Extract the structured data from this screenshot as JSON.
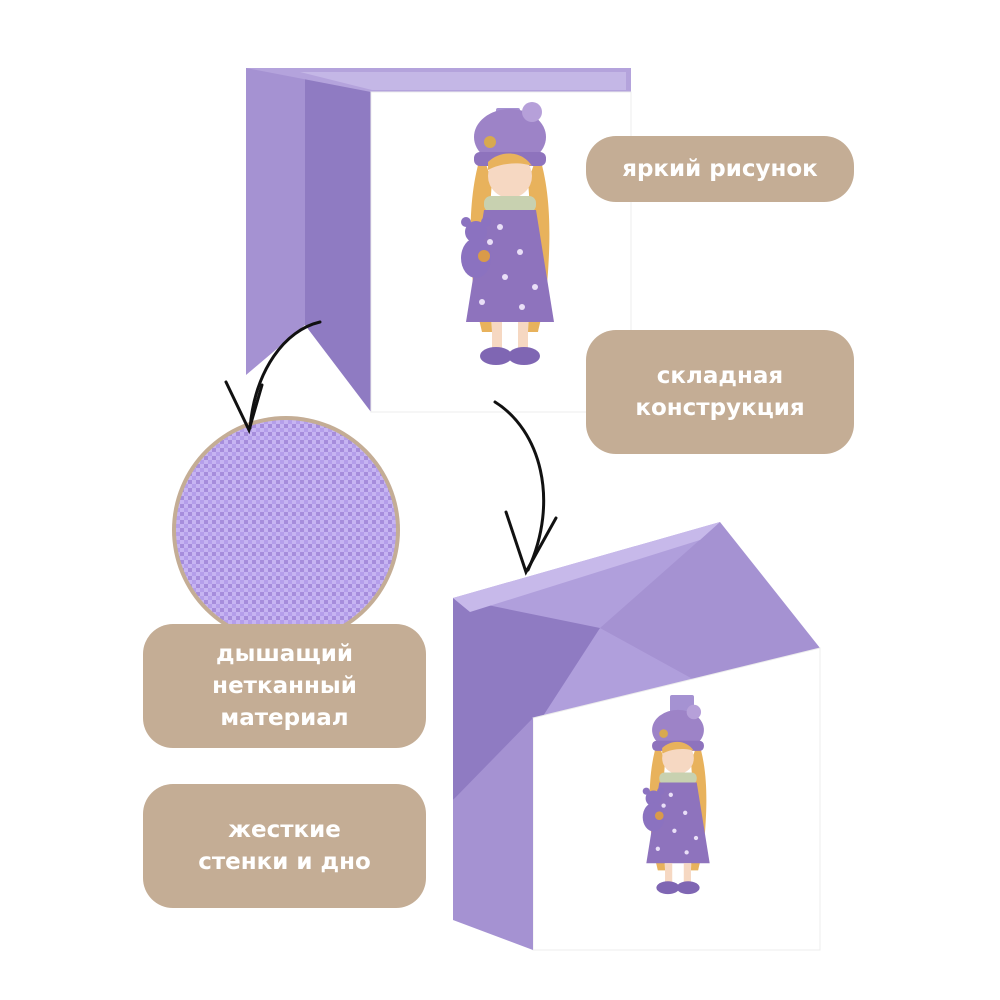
{
  "features": {
    "bright_print": "яркий рисунок",
    "foldable_line1": "складная",
    "foldable_line2": "конструкция",
    "fabric_line1": "дышащий",
    "fabric_line2": "нетканный",
    "fabric_line3": "материал",
    "walls_line1": "жесткие",
    "walls_line2": "стенки и дно"
  },
  "colors": {
    "box_purple": "#a592d2",
    "box_purple_dark": "#8f7bc2",
    "label_beige": "#c4ad95",
    "label_text": "#ffffff"
  },
  "icons": {
    "arrow_left": "curved-arrow-icon",
    "arrow_right": "curved-arrow-icon",
    "fabric": "fabric-texture-swatch",
    "doll": "doll-illustration"
  }
}
